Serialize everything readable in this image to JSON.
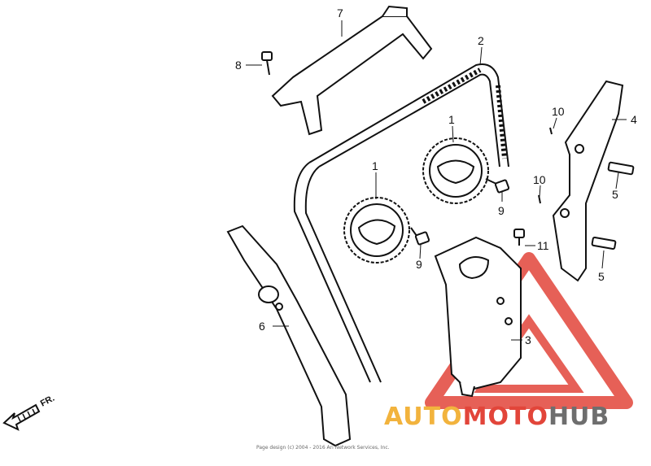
{
  "diagram": {
    "callouts": [
      {
        "id": "c7",
        "label": "7"
      },
      {
        "id": "c8",
        "label": "8"
      },
      {
        "id": "c2",
        "label": "2"
      },
      {
        "id": "c4",
        "label": "4"
      },
      {
        "id": "c10a",
        "label": "10"
      },
      {
        "id": "c1a",
        "label": "1"
      },
      {
        "id": "c1b",
        "label": "1"
      },
      {
        "id": "c5a",
        "label": "5"
      },
      {
        "id": "c10b",
        "label": "10"
      },
      {
        "id": "c9a",
        "label": "9"
      },
      {
        "id": "c9b",
        "label": "9"
      },
      {
        "id": "c11",
        "label": "11"
      },
      {
        "id": "c6",
        "label": "6"
      },
      {
        "id": "c5b",
        "label": "5"
      },
      {
        "id": "c3",
        "label": "3"
      }
    ],
    "direction_label": "FR.",
    "copyright": "Page design (c) 2004 - 2016 Ari Network Services, Inc."
  },
  "watermark": {
    "part1": "AUTO",
    "part2": "MOTO",
    "part3": "HUB",
    "color_orange": "#f2b33d",
    "color_red": "#e2453a",
    "color_grey": "#6e6e6e"
  }
}
